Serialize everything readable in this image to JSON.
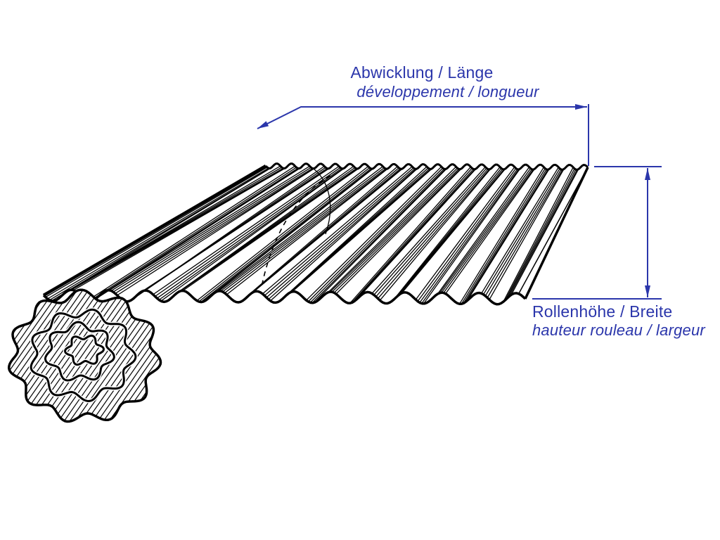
{
  "page": {
    "background": "#ffffff",
    "description": "Technical diagram of a corrugated sheet roll with bilingual dimension labels"
  },
  "colors": {
    "dimension_blue": "#2b36ab",
    "drawing_black": "#000000"
  },
  "labels": {
    "length_label": {
      "line1": "Abwicklung / Länge",
      "line2": "développement / longueur"
    },
    "width_label": {
      "line1": "Rollenhöhe / Breite",
      "line2": "hauteur rouleau / largeur"
    }
  }
}
